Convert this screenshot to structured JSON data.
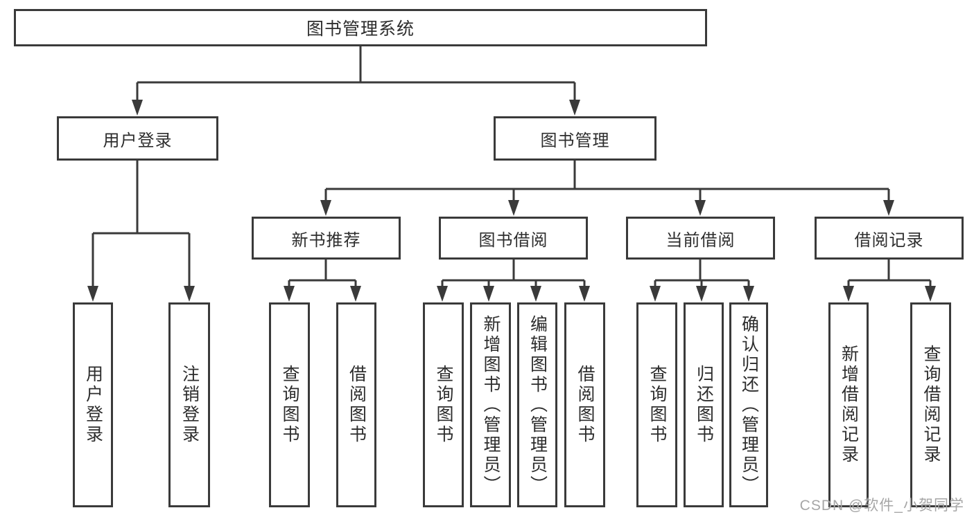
{
  "diagram": {
    "root": {
      "label": "图书管理系统"
    },
    "branches": [
      {
        "label": "用户登录",
        "children": [
          {
            "label": "用户登录"
          },
          {
            "label": "注销登录"
          }
        ]
      },
      {
        "label": "图书管理",
        "children": [
          {
            "label": "新书推荐",
            "children": [
              {
                "label": "查询图书"
              },
              {
                "label": "借阅图书"
              }
            ]
          },
          {
            "label": "图书借阅",
            "children": [
              {
                "label": "查询图书"
              },
              {
                "label": "新增图书（管理员）"
              },
              {
                "label": "编辑图书（管理员）"
              },
              {
                "label": "借阅图书"
              }
            ]
          },
          {
            "label": "当前借阅",
            "children": [
              {
                "label": "查询图书"
              },
              {
                "label": "归还图书"
              },
              {
                "label": "确认归还（管理员）"
              }
            ]
          },
          {
            "label": "借阅记录",
            "children": [
              {
                "label": "新增借阅记录"
              },
              {
                "label": "查询借阅记录"
              }
            ]
          }
        ]
      }
    ]
  },
  "watermark": {
    "text": "CSDN @软件_小贺同学"
  },
  "colors": {
    "line": "#3a3a3a",
    "text": "#2d2d2d",
    "watermark": "#a6a6a6",
    "background": "#ffffff"
  }
}
